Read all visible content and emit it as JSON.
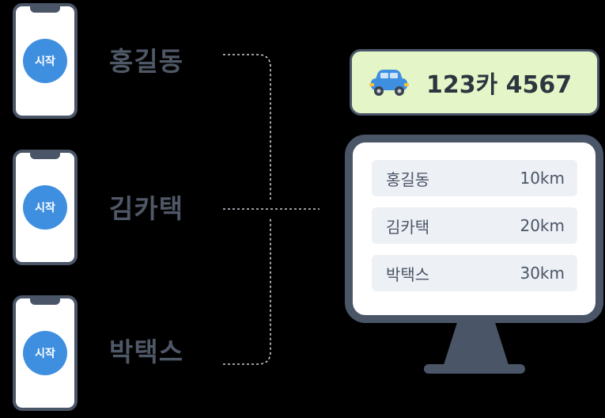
{
  "drivers": [
    {
      "name": "홍길동",
      "button": "시작"
    },
    {
      "name": "김카택",
      "button": "시작"
    },
    {
      "name": "박택스",
      "button": "시작"
    }
  ],
  "vehicle": {
    "plate": "123카 4567",
    "icon": "car-icon"
  },
  "distance_list": [
    {
      "name": "홍길동",
      "distance": "10km"
    },
    {
      "name": "김카택",
      "distance": "20km"
    },
    {
      "name": "박택스",
      "distance": "30km"
    }
  ],
  "colors": {
    "background": "#000000",
    "frame": "#4a5567",
    "start_button": "#3f8fe0",
    "plate_background": "#e4f6c8",
    "row_background": "#edf0f5",
    "car": "#3f8fe0"
  }
}
